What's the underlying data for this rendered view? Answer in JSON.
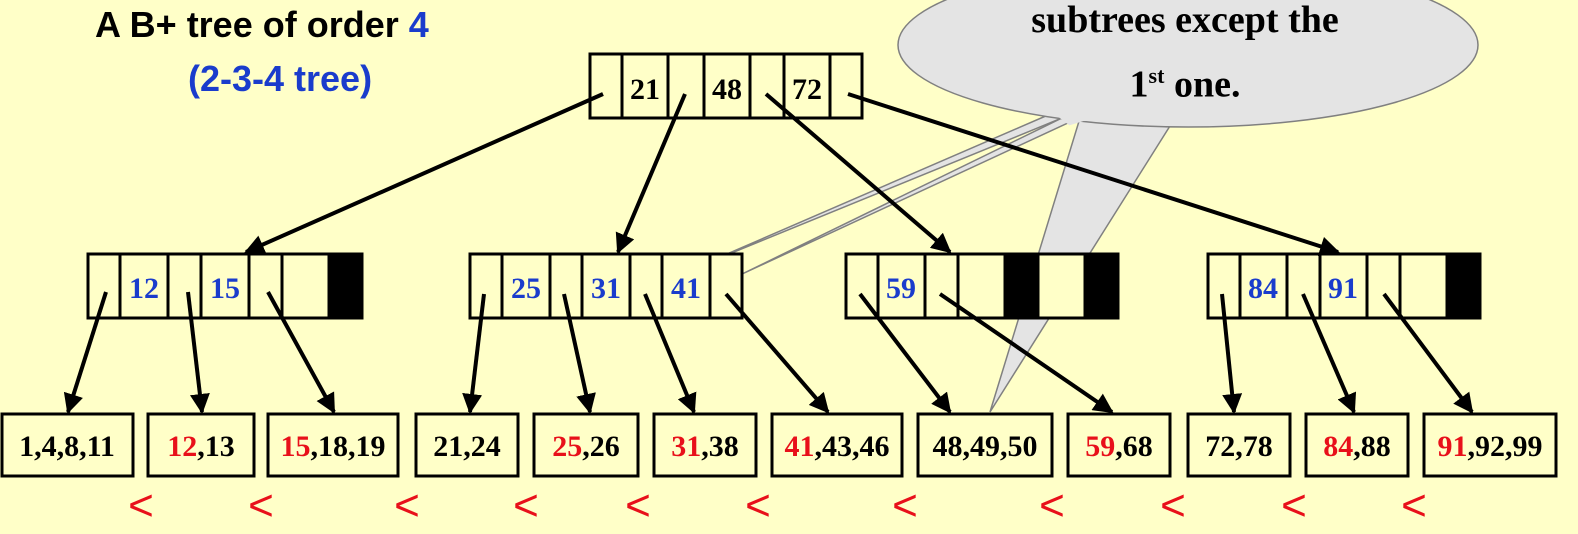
{
  "title": {
    "prefix": "A B+ tree of order ",
    "order": "4",
    "subtitle": "(2-3-4 tree)"
  },
  "callout": {
    "line1": "subtrees except the",
    "line2_num": "1",
    "line2_sup": "st",
    "line2_rest": " one."
  },
  "root": {
    "keys": [
      "21",
      "48",
      "72"
    ]
  },
  "internal_nodes": [
    {
      "keys": [
        "12",
        "15"
      ]
    },
    {
      "keys": [
        "25",
        "31",
        "41"
      ]
    },
    {
      "keys": [
        "59"
      ]
    },
    {
      "keys": [
        "84",
        "91"
      ]
    }
  ],
  "leaves": [
    {
      "first": "",
      "rest": "1,4,8,11"
    },
    {
      "first": "12",
      "rest": ",13"
    },
    {
      "first": "15",
      "rest": ",18,19"
    },
    {
      "first": "",
      "rest": "21,24"
    },
    {
      "first": "25",
      "rest": ",26"
    },
    {
      "first": "31",
      "rest": ",38"
    },
    {
      "first": "41",
      "rest": ",43,46"
    },
    {
      "first": "",
      "rest": "48,49,50"
    },
    {
      "first": "59",
      "rest": ",68"
    },
    {
      "first": "",
      "rest": "72,78"
    },
    {
      "first": "84",
      "rest": ",88"
    },
    {
      "first": "91",
      "rest": ",92,99"
    }
  ],
  "separator_symbol": "<",
  "colors": {
    "background": "#ffffc8",
    "key_blue": "#1a3ccc",
    "key_red": "#e8101a",
    "callout_fill": "#e4e4e4"
  }
}
